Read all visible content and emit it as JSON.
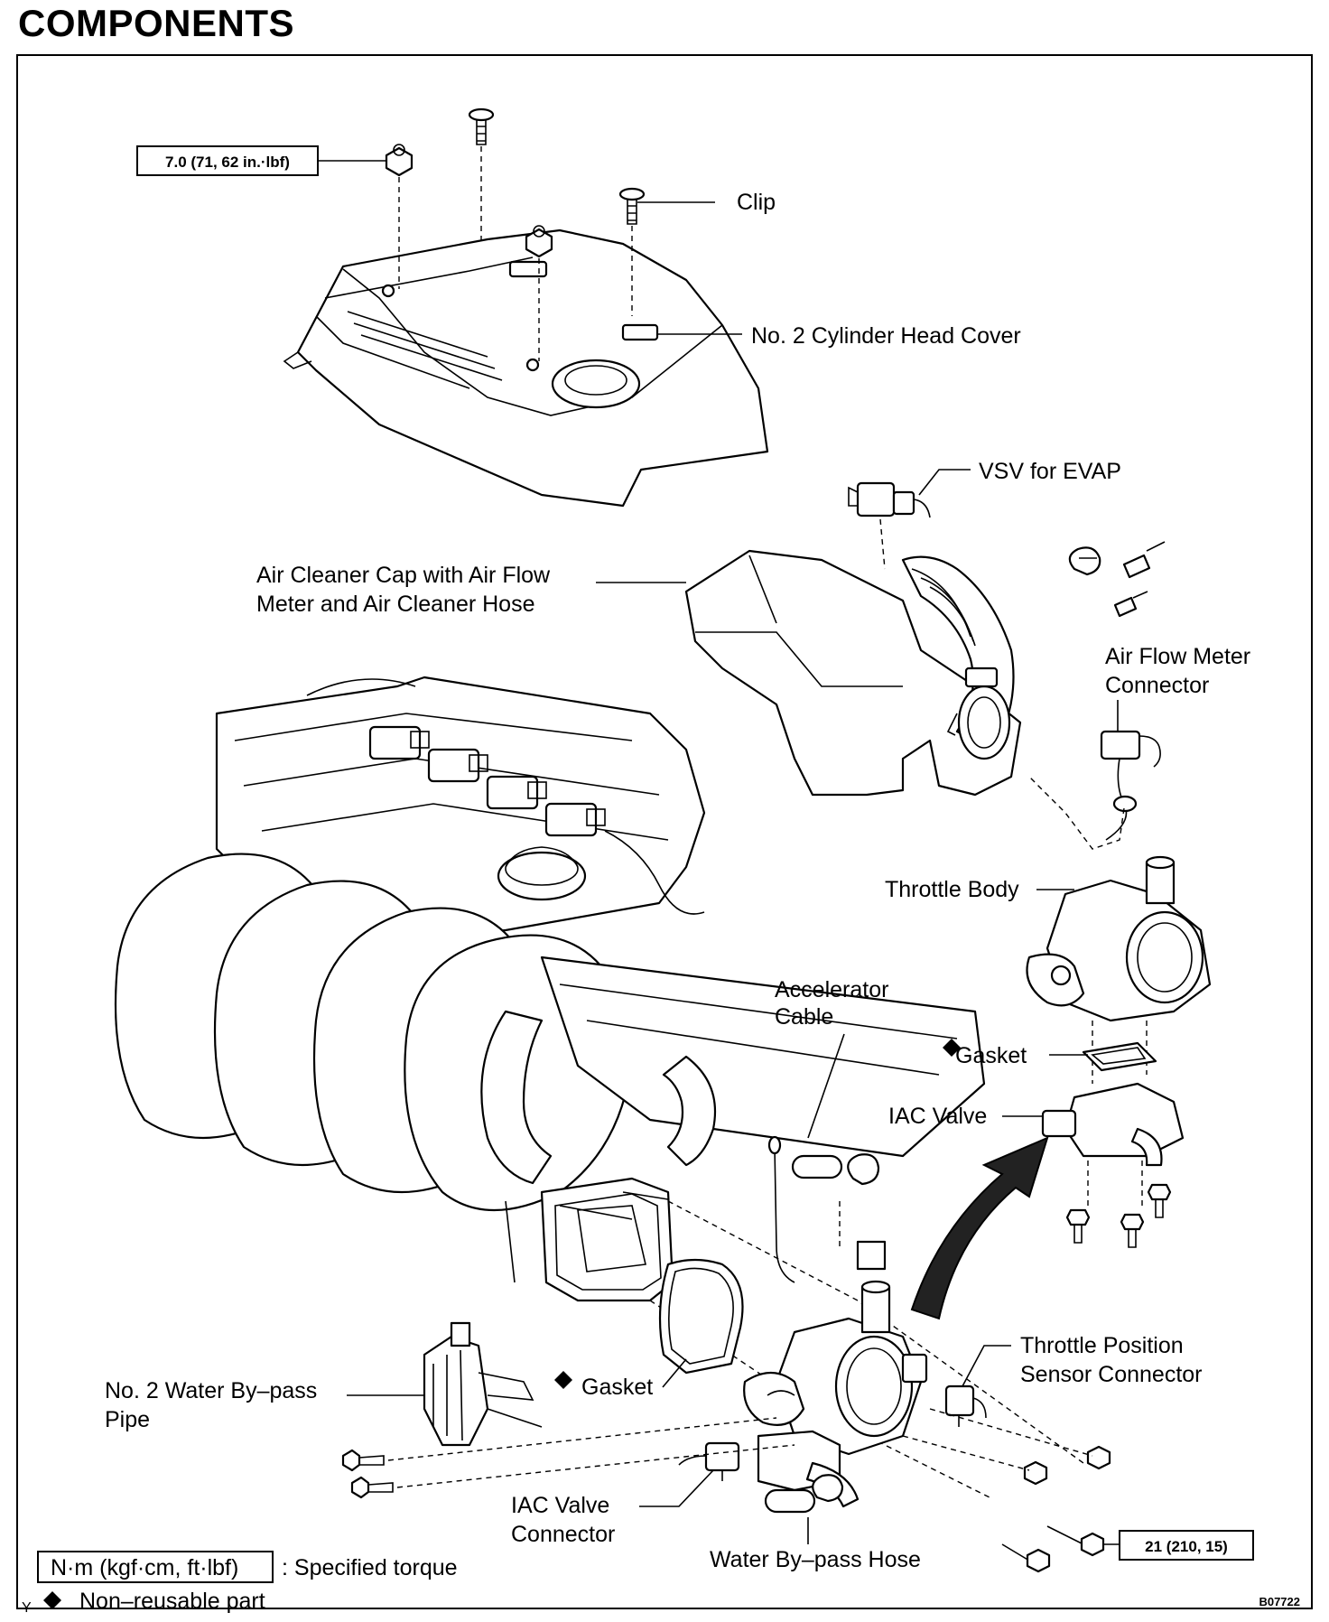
{
  "header": {
    "title": "COMPONENTS"
  },
  "torque_top": "7.0 (71, 62 in.·lbf)",
  "torque_bottom": "21 (210, 15)",
  "labels": {
    "clip": "Clip",
    "head_cover": "No. 2 Cylinder Head Cover",
    "vsv": "VSV for EVAP",
    "air_cleaner_1": "Air Cleaner Cap with Air Flow",
    "air_cleaner_2": "Meter and Air Cleaner Hose",
    "afm_conn_1": "Air Flow Meter",
    "afm_conn_2": "Connector",
    "throttle_body": "Throttle Body",
    "accel_1": "Accelerator",
    "accel_2": "Cable",
    "gasket_upper": "Gasket",
    "iac_valve": "IAC Valve",
    "tps_1": "Throttle Position",
    "tps_2": "Sensor Connector",
    "water_pipe_1": "No. 2 Water By–pass",
    "water_pipe_2": "Pipe",
    "gasket_lower": "Gasket",
    "iac_conn_1": "IAC Valve",
    "iac_conn_2": "Connector",
    "water_hose": "Water By–pass Hose"
  },
  "legend": {
    "torque_unit": "N·m (kgf·cm, ft·lbf)",
    "torque_text": ": Specified torque",
    "nonreusable_text": "Non–reusable part"
  },
  "corner_mark": "Y",
  "figure_code": "B07722"
}
